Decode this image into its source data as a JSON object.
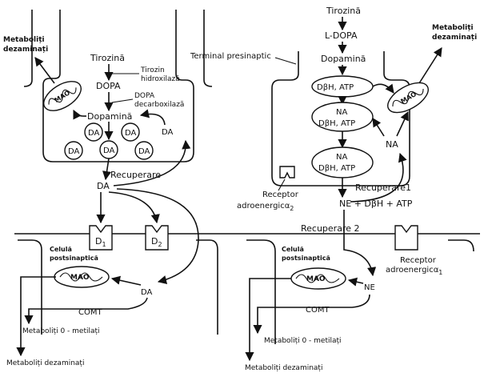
{
  "left": {
    "metab_dezam_top_1": "Metaboliți",
    "metab_dezam_top_2": "dezaminați",
    "tyrosine": "Tirozină",
    "enzyme_th_1": "Tirozin",
    "enzyme_th_2": "hidroxilază",
    "dopa": "DOPA",
    "enzyme_dd_1": "DOPA",
    "enzyme_dd_2": "decarboxilază",
    "dopamine": "Dopamină",
    "mao": "MAO",
    "da": "DA",
    "reuptake": "Recuperare",
    "d1": "D",
    "d1_sub": "1",
    "d2": "D",
    "d2_sub": "2",
    "postsyn_1": "Celulă",
    "postsyn_2": "postsinaptică",
    "comt": "COMT",
    "metab_methyl": "Metaboliți  0 - metilați",
    "metab_dezam_bottom": "Metaboliți  dezaminați"
  },
  "right": {
    "terminal": "Terminal presinaptic",
    "tyrosine": "Tirozină",
    "ldopa": "L-DOPA",
    "dopamine": "Dopamină",
    "metab_dezam_top_1": "Metaboliți",
    "metab_dezam_top_2": "dezaminați",
    "dbh_atp": "DβH, ATP",
    "na": "NA",
    "mao": "MAO",
    "receptor_a2_1": "Receptor",
    "receptor_a2_2": "adroenergic",
    "alpha": "α",
    "sub2": "2",
    "sub1": "1",
    "reuptake1": "Recuperare1",
    "ne_release": "NE + DβH + ATP",
    "reuptake2": "Recuperare 2",
    "receptor_a1_1": "Receptor",
    "receptor_a1_2": "adroenergic",
    "postsyn_1": "Celulă",
    "postsyn_2": "postsinaptică",
    "ne": "NE",
    "comt": "COMT",
    "metab_methyl": "Metaboliți  0 - metilați",
    "metab_dezam_bottom": "Metaboliți  dezaminați"
  },
  "colors": {
    "ink": "#111111",
    "background": "#ffffff"
  }
}
